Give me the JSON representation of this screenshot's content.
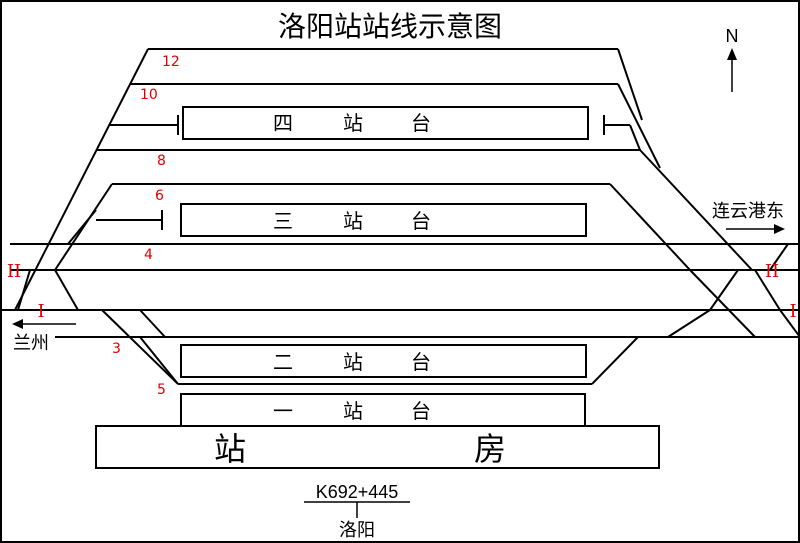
{
  "title": "洛阳站站线示意图",
  "north_label": "N",
  "platforms": {
    "p4": [
      "四",
      "站",
      "台"
    ],
    "p3": [
      "三",
      "站",
      "台"
    ],
    "p2": [
      "二",
      "站",
      "台"
    ],
    "p1": [
      "一",
      "站",
      "台"
    ]
  },
  "station_house": [
    "站",
    "房"
  ],
  "track_numbers": {
    "t12": "12",
    "t10": "10",
    "t8": "8",
    "t6": "6",
    "t4": "4",
    "t3": "3",
    "t5": "5"
  },
  "main_lines": {
    "line_ii": "II",
    "line_i": "I"
  },
  "directions": {
    "east": "连云港东",
    "west": "兰州"
  },
  "kilometer": "K692+445",
  "station_name": "洛阳",
  "colors": {
    "track_number": "#e00000",
    "line": "#000000"
  }
}
